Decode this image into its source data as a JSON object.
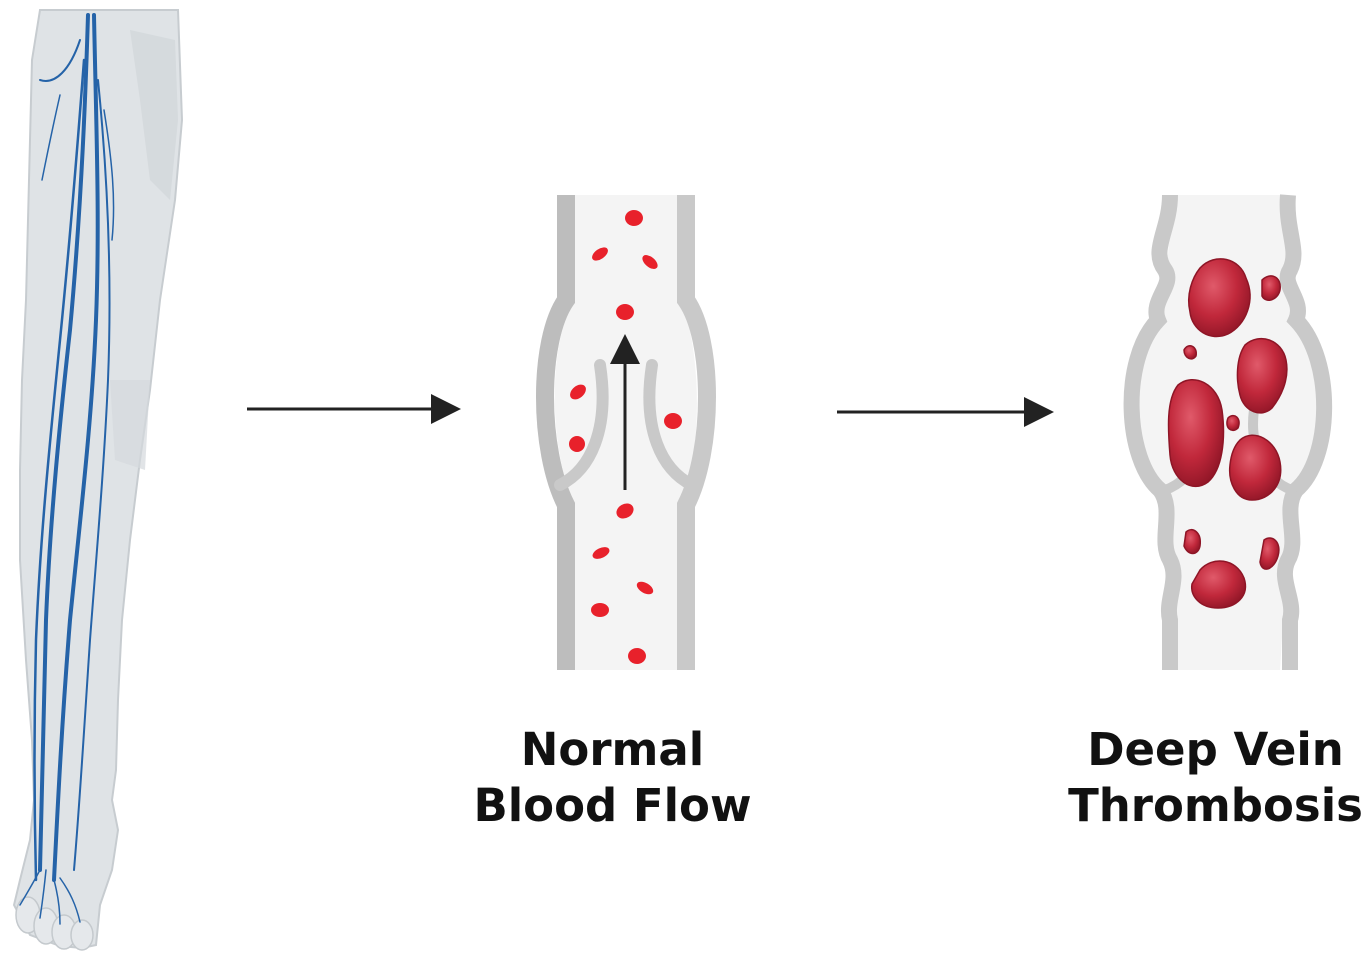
{
  "captions": {
    "normal": {
      "line1": "Normal",
      "line2": "Blood Flow"
    },
    "dvt": {
      "line1": "Deep Vein",
      "line2": "Thrombosis"
    }
  },
  "icons": {
    "leg": "leg-with-veins-icon",
    "arrow": "right-arrow-icon",
    "normal_vein": "vein-with-valve-icon",
    "clotted_vein": "vein-with-clots-icon",
    "flow_arrow": "up-arrow-icon"
  },
  "colors": {
    "vein_blue": "#2563a8",
    "vein_wall": "#c9c9c9",
    "blood_cell": "#e8212b",
    "clot": "#c1283b",
    "skin": "#dfe3e6",
    "arrow": "#222222"
  }
}
